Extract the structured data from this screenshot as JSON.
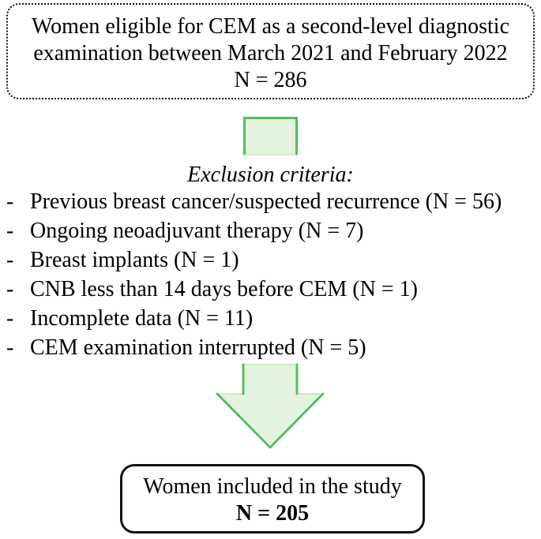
{
  "figure": {
    "top_box": {
      "lines": [
        "Women eligible for CEM as a second-level diagnostic",
        "examination between March 2021 and February 2022",
        "N = 286"
      ]
    },
    "exclusion": {
      "heading": "Exclusion criteria:",
      "bullet": "-",
      "items": [
        "Previous breast cancer/suspected recurrence (N = 56)",
        "Ongoing neoadjuvant therapy (N = 7)",
        "Breast implants (N = 1)",
        "CNB less than 14 days before CEM (N = 1)",
        "Incomplete data (N = 11)",
        "CEM examination interrupted (N = 5)"
      ]
    },
    "bottom_box": {
      "line1": "Women included in the study",
      "line2": "N = 205"
    },
    "colors": {
      "arrow_fill": "#e3f3dd",
      "arrow_stroke": "#4dbd5e",
      "arrow_faint_edge": "#cfeac6",
      "box_border": "#111111",
      "text": "#000000",
      "background": "#ffffff"
    }
  }
}
